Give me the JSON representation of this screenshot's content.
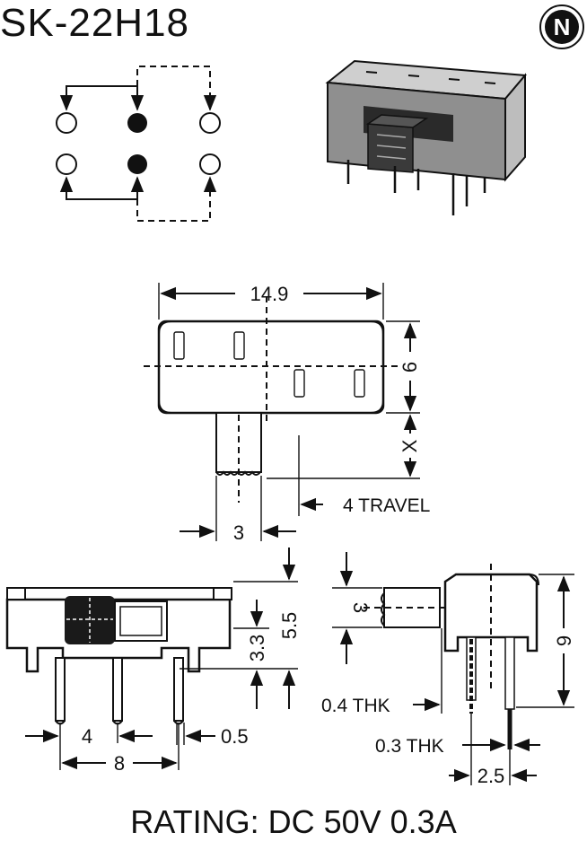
{
  "title": "SK-22H18",
  "logo": {
    "letter": "N"
  },
  "dimensions": {
    "body_length": "14.9",
    "body_width": "6",
    "lever_offset": "X",
    "lever_width": "3",
    "travel": "4 TRAVEL",
    "body_height": "5.5",
    "lever_height": "3.3",
    "pin_pitch": "4",
    "pin_span": "8",
    "pin_width": "0.5",
    "side_lever": "3",
    "side_height": "9",
    "pin_thickness_a": "0.4 THK",
    "pin_thickness_b": "0.3 THK",
    "side_pitch": "2.5"
  },
  "rating": "RATING: DC 50V 0.3A"
}
